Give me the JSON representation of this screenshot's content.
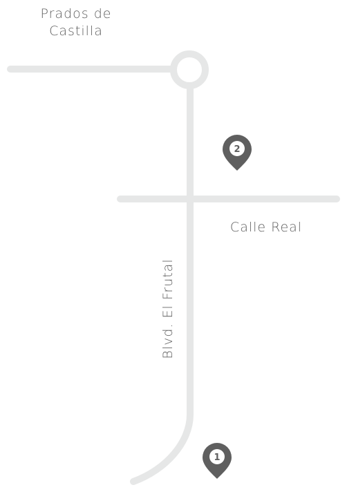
{
  "labels": {
    "area_line1": "Prados de",
    "area_line2": "Castilla",
    "street_horizontal": "Calle Real",
    "street_vertical": "Blvd. El Frutal"
  },
  "markers": [
    {
      "number": "1"
    },
    {
      "number": "2"
    }
  ],
  "colors": {
    "road": "#e6e7e7",
    "marker": "#5f5f5f",
    "text": "#5f5f5f"
  }
}
